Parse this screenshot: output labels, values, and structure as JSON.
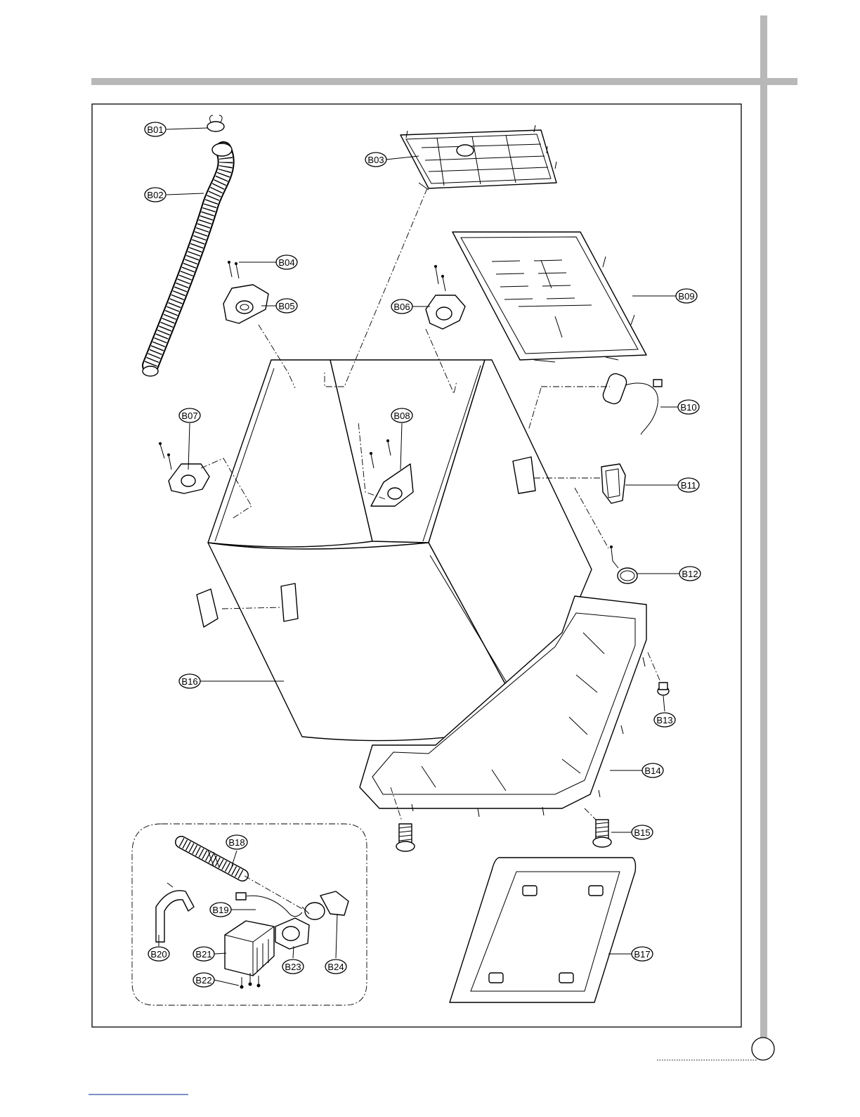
{
  "parts": [
    {
      "id": "B01",
      "label": "B01"
    },
    {
      "id": "B02",
      "label": "B02"
    },
    {
      "id": "B03",
      "label": "B03"
    },
    {
      "id": "B04",
      "label": "B04"
    },
    {
      "id": "B05",
      "label": "B05"
    },
    {
      "id": "B06",
      "label": "B06"
    },
    {
      "id": "B07",
      "label": "B07"
    },
    {
      "id": "B08",
      "label": "B08"
    },
    {
      "id": "B09",
      "label": "B09"
    },
    {
      "id": "B10",
      "label": "B10"
    },
    {
      "id": "B11",
      "label": "B11"
    },
    {
      "id": "B12",
      "label": "B12"
    },
    {
      "id": "B13",
      "label": "B13"
    },
    {
      "id": "B14",
      "label": "B14"
    },
    {
      "id": "B15",
      "label": "B15"
    },
    {
      "id": "B16",
      "label": "B16"
    },
    {
      "id": "B17",
      "label": "B17"
    },
    {
      "id": "B18",
      "label": "B18"
    },
    {
      "id": "B19",
      "label": "B19"
    },
    {
      "id": "B20",
      "label": "B20"
    },
    {
      "id": "B21",
      "label": "B21"
    },
    {
      "id": "B22",
      "label": "B22"
    },
    {
      "id": "B23",
      "label": "B23"
    },
    {
      "id": "B24",
      "label": "B24"
    }
  ],
  "colors": {
    "line": "#000000",
    "bar": "#b8b8b8",
    "background": "#ffffff"
  }
}
